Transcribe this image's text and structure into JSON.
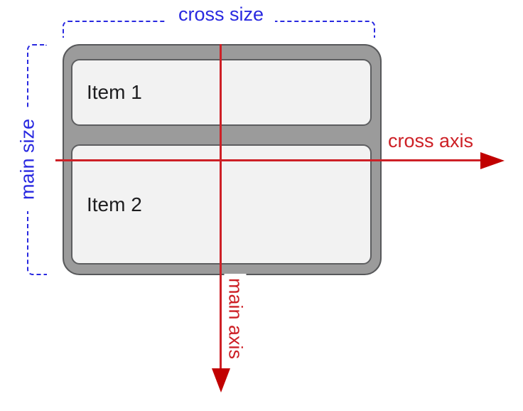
{
  "diagram": {
    "labels": {
      "cross_size": "cross size",
      "main_size": "main size",
      "cross_axis": "cross axis",
      "main_axis": "main axis"
    },
    "items": [
      {
        "label": "Item 1"
      },
      {
        "label": "Item 2"
      }
    ],
    "colors": {
      "blue": "#2929e0",
      "red": "#cd2026",
      "arrow_red": "#c10000",
      "container_gray": "#9b9b9b",
      "container_border": "#57585a",
      "item_bg": "#f2f2f2",
      "item_border": "#5d5e60",
      "item_text": "#1d1d1f"
    }
  }
}
